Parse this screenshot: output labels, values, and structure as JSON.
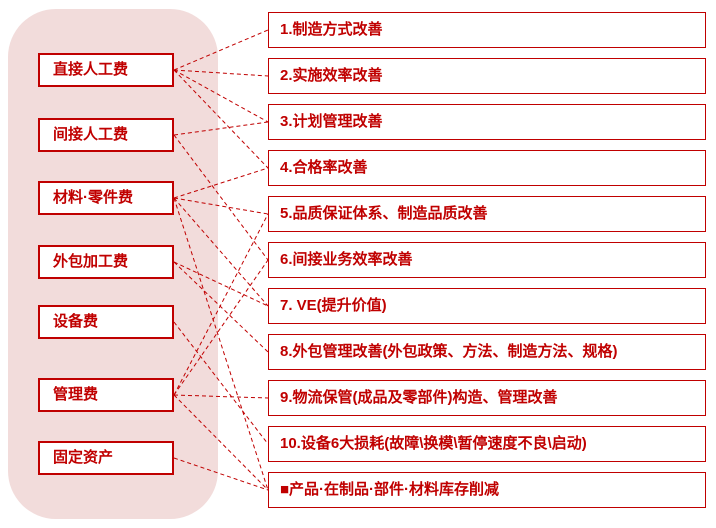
{
  "diagram": {
    "colors": {
      "accent": "#C00000",
      "line": "#C00000",
      "panel_bg": "#F2DCDB",
      "box_bg": "#FFFFFF"
    },
    "left_items": [
      {
        "label": "直接人工费"
      },
      {
        "label": "间接人工费"
      },
      {
        "label": "材料·零件费"
      },
      {
        "label": "外包加工费"
      },
      {
        "label": "设备费"
      },
      {
        "label": "管理费"
      },
      {
        "label": "固定资产"
      }
    ],
    "right_items": [
      {
        "label": "1.制造方式改善"
      },
      {
        "label": "2.实施效率改善"
      },
      {
        "label": "3.计划管理改善"
      },
      {
        "label": "4.合格率改善"
      },
      {
        "label": "5.品质保证体系、制造品质改善"
      },
      {
        "label": "6.间接业务效率改善"
      },
      {
        "label": "7. VE(提升价值)"
      },
      {
        "label": "8.外包管理改善(外包政策、方法、制造方法、规格)"
      },
      {
        "label": "9.物流保管(成品及零部件)构造、管理改善"
      },
      {
        "label": "10.设备6大损耗(故障\\换模\\暂停速度不良\\启动)"
      },
      {
        "label": "■产品·在制品·部件·材料库存削减"
      }
    ],
    "connections": [
      {
        "from": 0,
        "to": 0
      },
      {
        "from": 0,
        "to": 1
      },
      {
        "from": 0,
        "to": 2
      },
      {
        "from": 0,
        "to": 3
      },
      {
        "from": 1,
        "to": 2
      },
      {
        "from": 1,
        "to": 5
      },
      {
        "from": 2,
        "to": 3
      },
      {
        "from": 2,
        "to": 4
      },
      {
        "from": 2,
        "to": 6
      },
      {
        "from": 2,
        "to": 10
      },
      {
        "from": 3,
        "to": 6
      },
      {
        "from": 3,
        "to": 7
      },
      {
        "from": 4,
        "to": 9
      },
      {
        "from": 5,
        "to": 4
      },
      {
        "from": 5,
        "to": 5
      },
      {
        "from": 5,
        "to": 8
      },
      {
        "from": 5,
        "to": 10
      },
      {
        "from": 6,
        "to": 10
      }
    ]
  }
}
